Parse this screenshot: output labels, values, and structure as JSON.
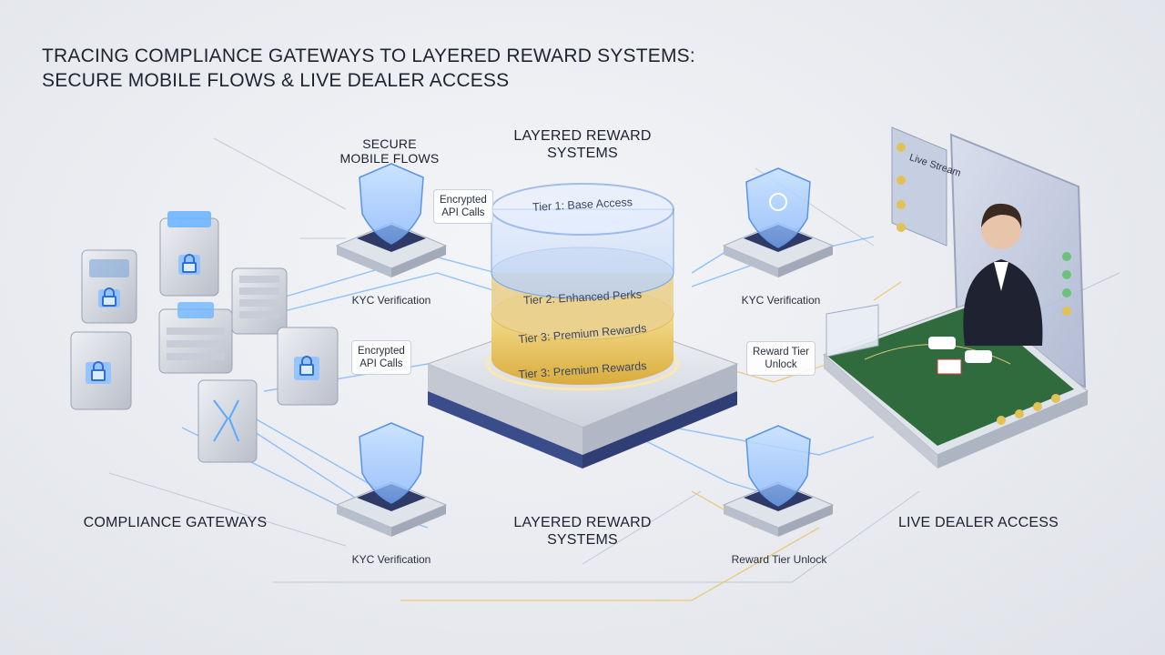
{
  "title": {
    "line1": "TRACING COMPLIANCE GATEWAYS TO LAYERED REWARD SYSTEMS:",
    "line2": "SECURE MOBILE FLOWS & LIVE DEALER ACCESS"
  },
  "labels": {
    "secure_mobile_flows": [
      "SECURE",
      "MOBILE FLOWS"
    ],
    "layered_reward_top": [
      "LAYERED REWARD",
      "SYSTEMS"
    ],
    "compliance_gateways": "COMPLIANCE GATEWAYS",
    "layered_reward_bottom": [
      "LAYERED REWARD",
      "SYSTEMS"
    ],
    "live_dealer_access": "LIVE DEALER ACCESS"
  },
  "nodes": {
    "kyc_top_left": "KYC Verification",
    "kyc_top_right": "KYC Verification",
    "kyc_bottom_left": "KYC Verification",
    "reward_unlock_bottom_right": "Reward Tier Unlock"
  },
  "chips": {
    "encrypted_top": [
      "Encrypted",
      "API Calls"
    ],
    "encrypted_mid": [
      "Encrypted",
      "API Calls"
    ],
    "reward_unlock_mid": [
      "Reward Tier",
      "Unlock"
    ]
  },
  "tiers": [
    "Tier 1: Base Access",
    "Tier 2: Enhanced Perks",
    "Tier 3: Premium Rewards",
    "Tier 3: Premium Rewards"
  ],
  "phone": {
    "live_stream": "Live Stream"
  },
  "colors": {
    "accent_blue": "#5aa9ff",
    "gold": "#e8c25a",
    "felt_green": "#2f6b3c"
  }
}
